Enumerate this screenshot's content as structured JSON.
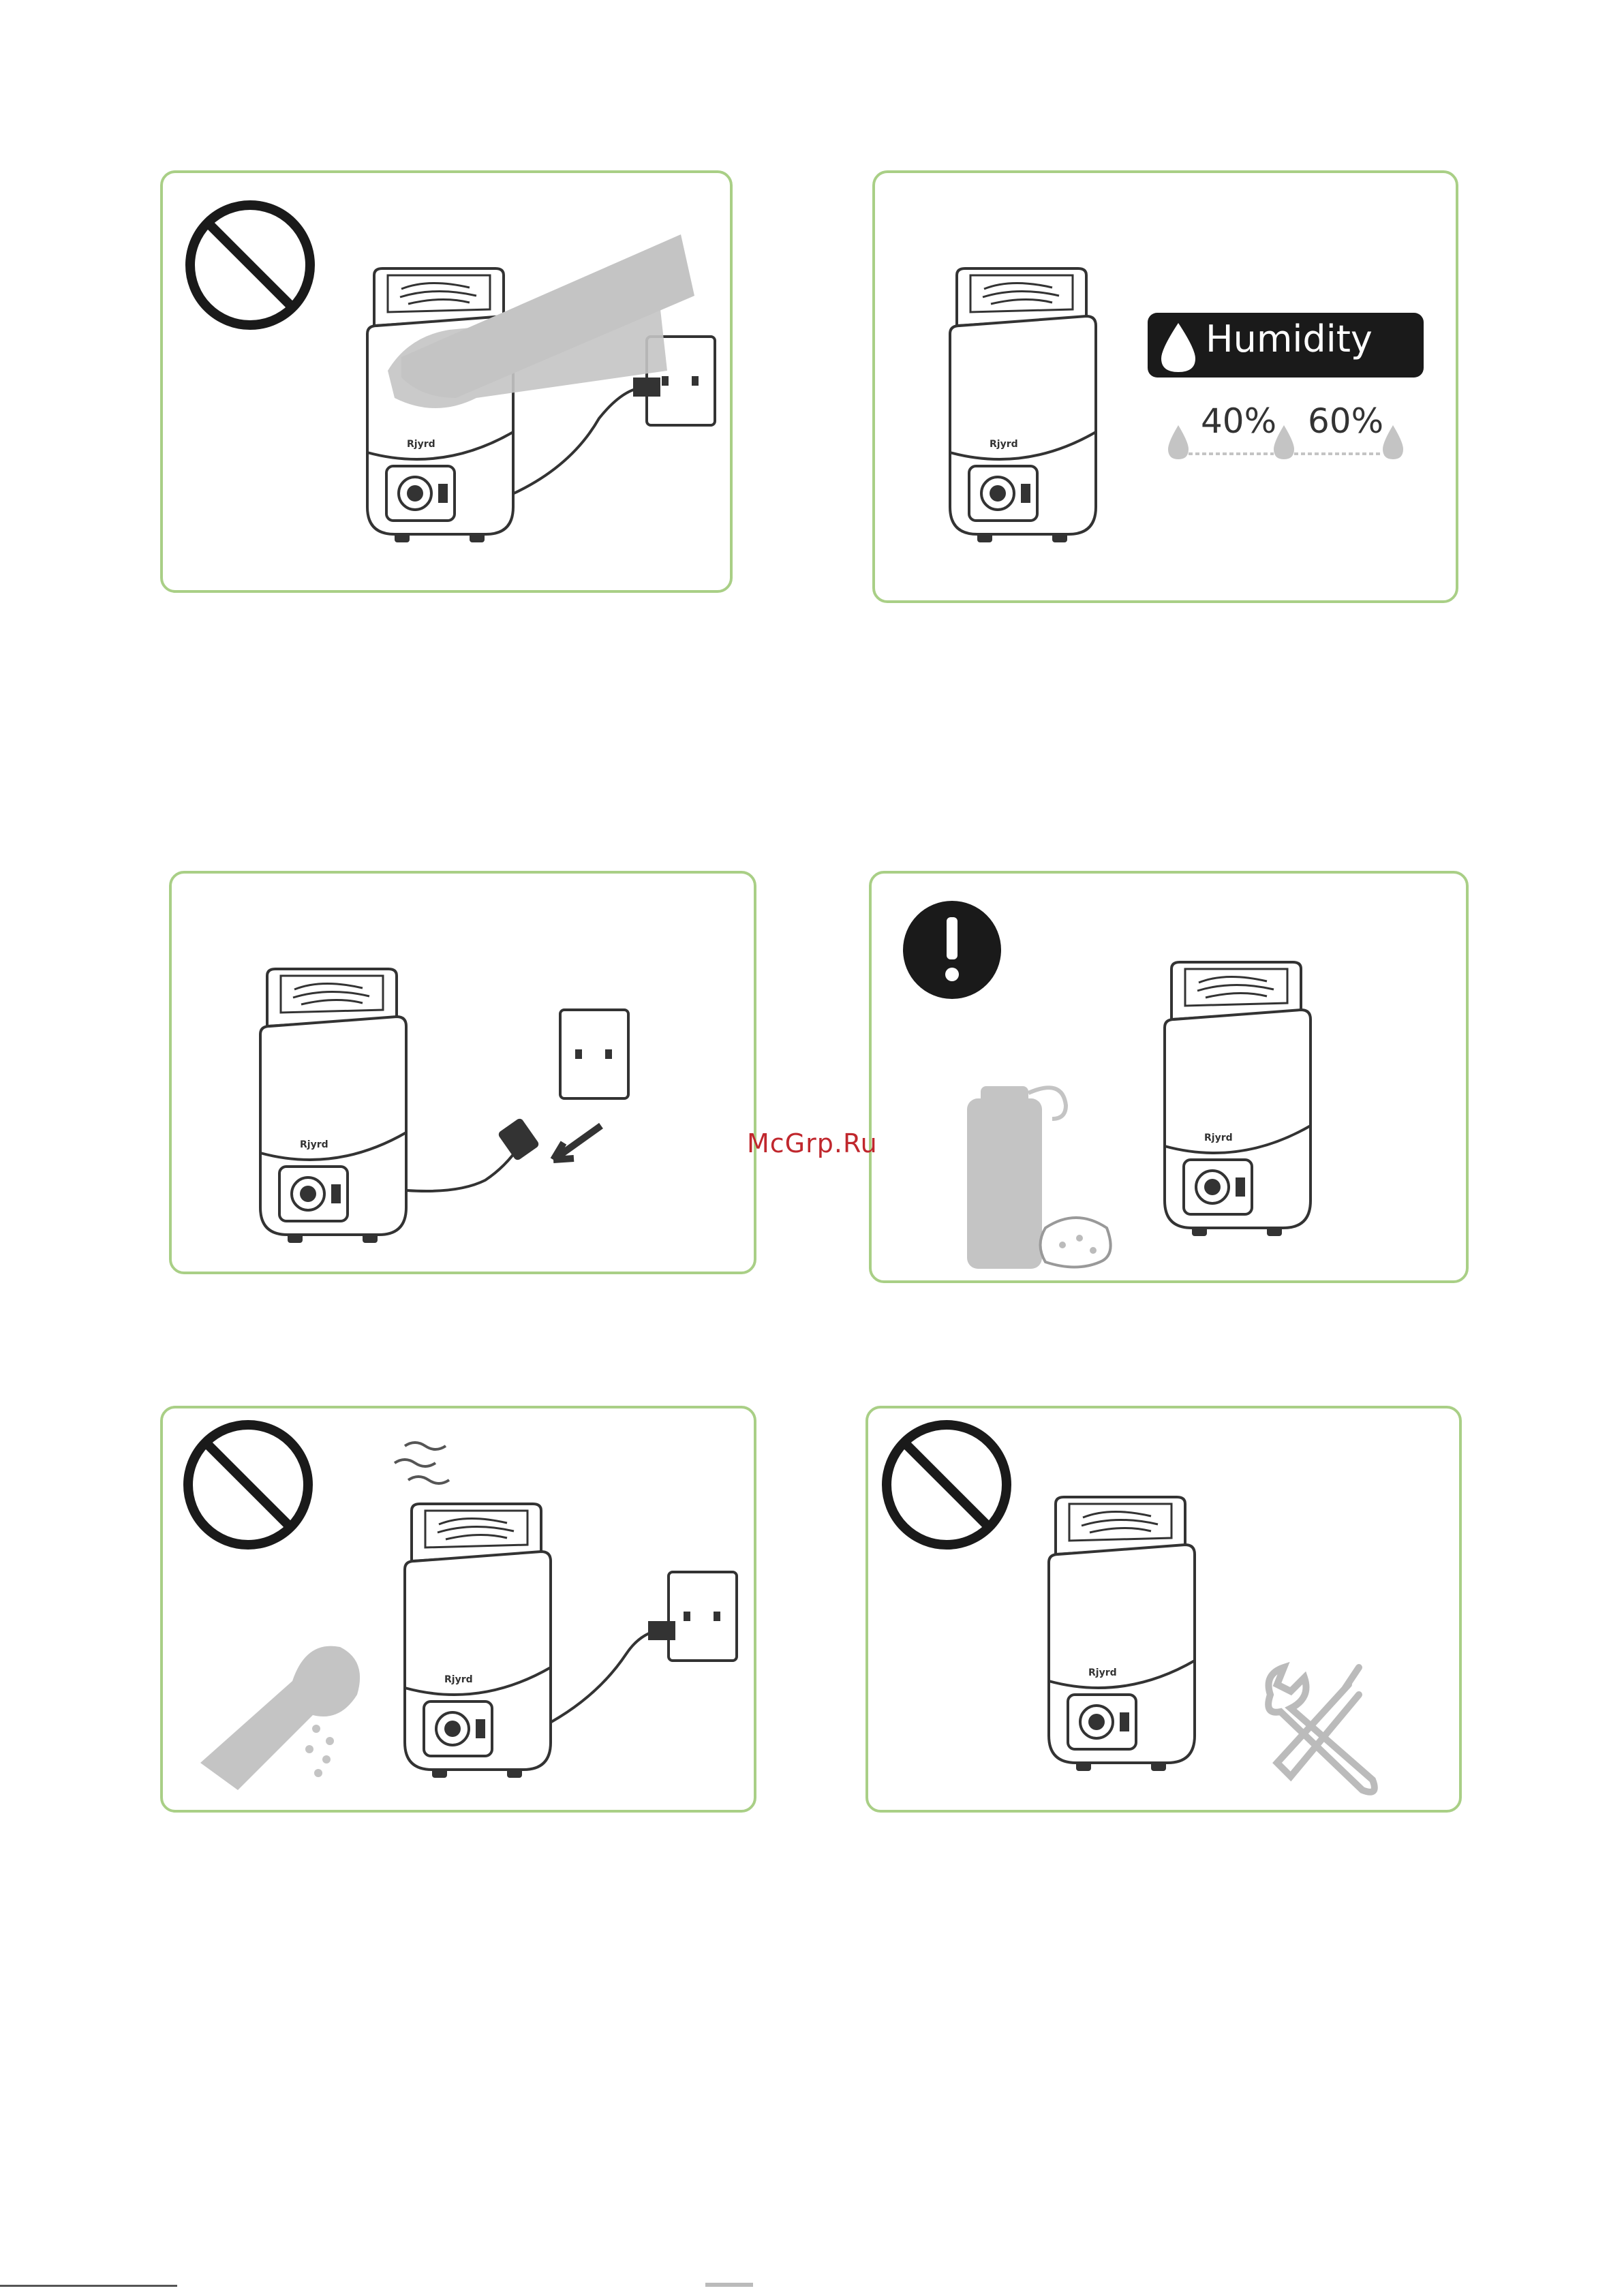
{
  "panels": {
    "humidity": {
      "badge_label": "Humidity",
      "low_value": "40%",
      "high_value": "60%"
    }
  },
  "watermark": "McGrp.Ru",
  "colors": {
    "panel_border": "#a9cf86",
    "icon_dark": "#1a1a1a",
    "illustration_gray": "#c4c4c4",
    "badge_bg": "#1a1a1a",
    "watermark": "#c0272d"
  },
  "icons": [
    "prohibited-icon",
    "warning-icon",
    "water-drop-icon",
    "tools-icon"
  ]
}
